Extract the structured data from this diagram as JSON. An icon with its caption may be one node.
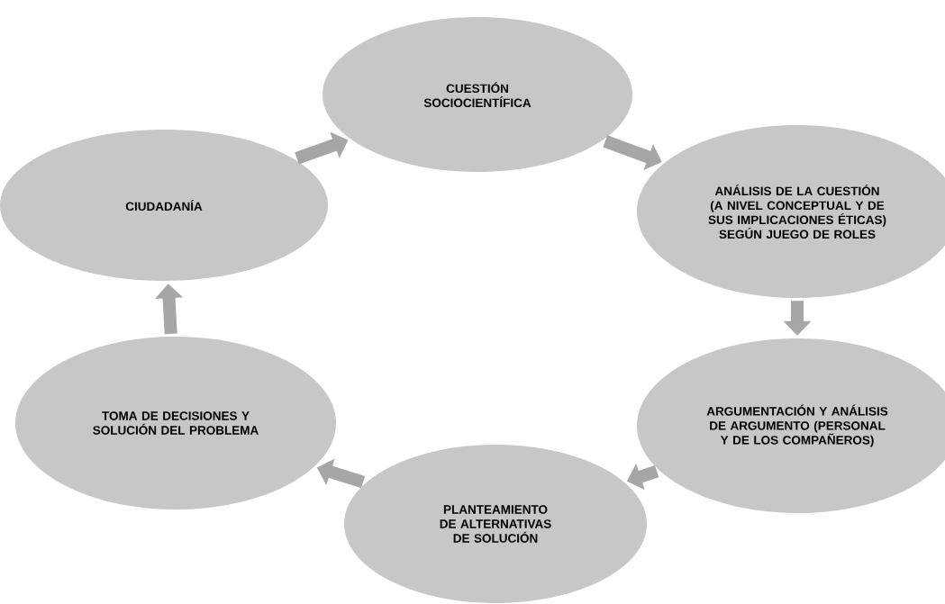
{
  "diagram": {
    "nodes": [
      {
        "text": [
          "CUESTIÓN SOCIOCIENTÍFICA"
        ]
      },
      {
        "text": [
          "ANÁLISIS DE LA CUESTIÓN (A NIVEL CONCEPTUAL Y DE SUS IMPLICACIONES ÉTICAS) SEGÚN JUEGO DE ROLES"
        ]
      },
      {
        "text": [
          "ARGUMENTACIÓN Y ANÁLISIS DE ARGUMENTO (PERSONAL Y DE LOS COMPAÑEROS)"
        ]
      },
      {
        "text": [
          "PLANTEAMIENTO DE ALTERNATIVAS DE SOLUCIÓN"
        ]
      },
      {
        "text": [
          "TOMA DE DECISIONES Y SOLUCIÓN DEL PROBLEMA"
        ]
      },
      {
        "text": [
          "CIUDADANÍA"
        ]
      }
    ],
    "edges": [
      {
        "from": 0,
        "to": 1,
        "arrow": "to"
      },
      {
        "from": 1,
        "to": 2,
        "arrow": "to"
      },
      {
        "from": 2,
        "to": 3,
        "arrow": "to"
      },
      {
        "from": 3,
        "to": 4,
        "arrow": "to"
      },
      {
        "from": 4,
        "to": 5,
        "arrow": "to"
      },
      {
        "from": 5,
        "to": 0,
        "arrow": "to"
      }
    ]
  }
}
